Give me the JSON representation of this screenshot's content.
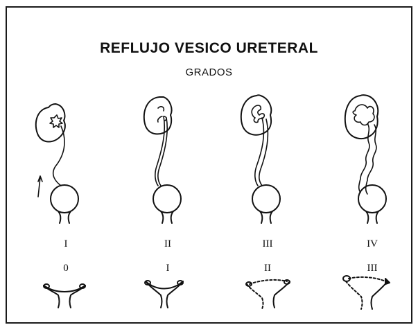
{
  "title": "REFLUJO VESICO URETERAL",
  "subtitle": "GRADOS",
  "grades": [
    {
      "upper": "I",
      "lower": "0"
    },
    {
      "upper": "II",
      "lower": "I"
    },
    {
      "upper": "III",
      "lower": "II"
    },
    {
      "upper": "IV",
      "lower": "III"
    }
  ]
}
